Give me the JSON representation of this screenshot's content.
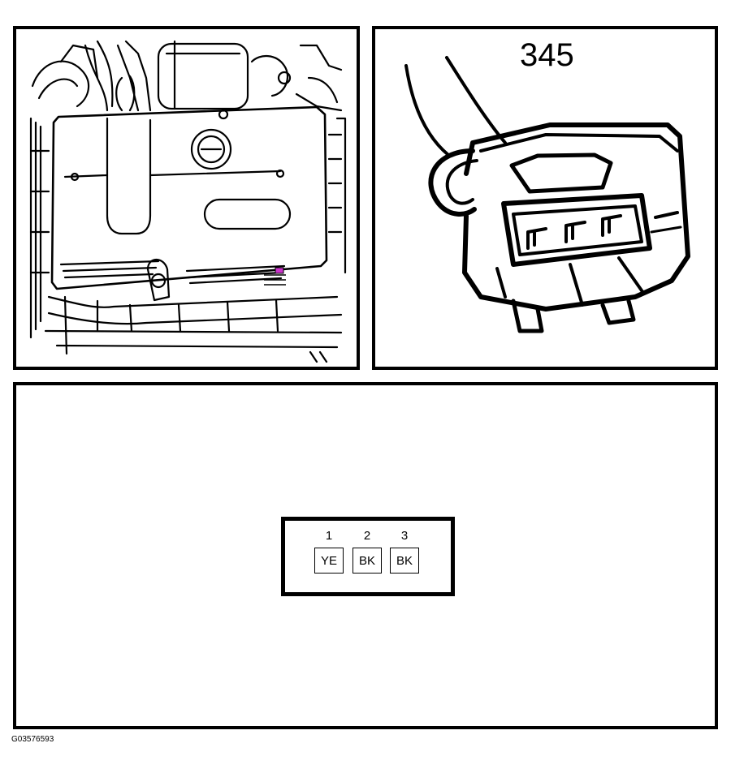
{
  "connector": {
    "number": "345"
  },
  "pins": [
    {
      "number": "1",
      "color": "YE"
    },
    {
      "number": "2",
      "color": "BK"
    },
    {
      "number": "3",
      "color": "BK"
    }
  ],
  "figure_id": "G03576593",
  "colors": {
    "stroke": "#000000",
    "marker": "#cc33cc",
    "background": "#ffffff"
  }
}
